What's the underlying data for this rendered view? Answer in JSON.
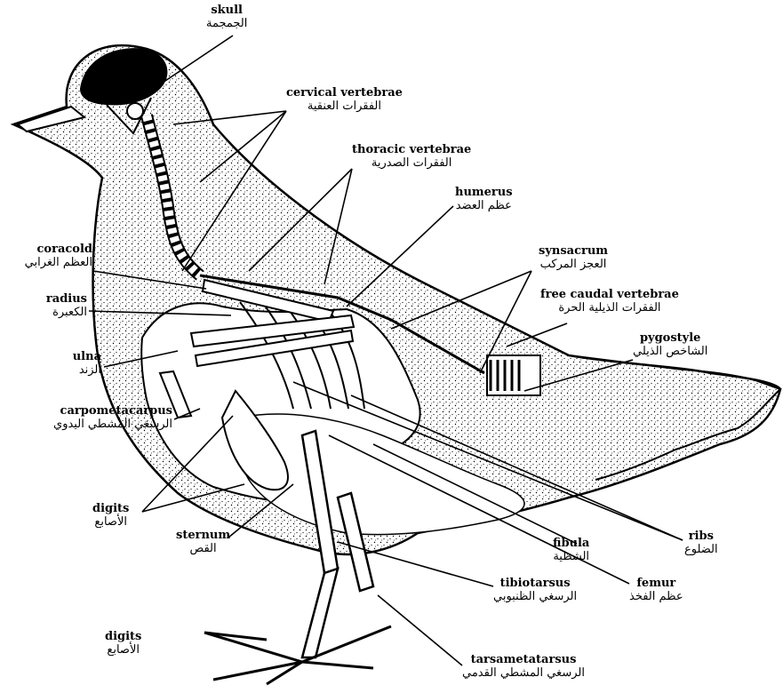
{
  "labels": {
    "skull": {
      "en": "skull",
      "ar": "الجمجمة"
    },
    "cervical_vertebrae": {
      "en": "cervical vertebrae",
      "ar": "الفقرات العنقية"
    },
    "thoracic_vertebrae": {
      "en": "thoracic vertebrae",
      "ar": "الفقرات الصدرية"
    },
    "humerus": {
      "en": "humerus",
      "ar": "عظم العضد"
    },
    "coracoid": {
      "en": "coracold",
      "ar": "العظم الغرابي"
    },
    "synsacrum": {
      "en": "synsacrum",
      "ar": "العجز المركب"
    },
    "free_caudal_vertebrae": {
      "en": "free caudal vertebrae",
      "ar": "الفقرات الذيلية الحرة"
    },
    "radius": {
      "en": "radius",
      "ar": "الكعبرة"
    },
    "pygostyle": {
      "en": "pygostyle",
      "ar": "الشاخص الذيلي"
    },
    "ulna": {
      "en": "ulna",
      "ar": "الزند"
    },
    "carpometacarpus": {
      "en": "carpometacarpus",
      "ar": "الرسغي المشطي اليدوي"
    },
    "digits_wing": {
      "en": "digits",
      "ar": "الأصابع"
    },
    "sternum": {
      "en": "sternum",
      "ar": "القص"
    },
    "ribs": {
      "en": "ribs",
      "ar": "الضلوع"
    },
    "fibula": {
      "en": "fibula",
      "ar": "الشظية"
    },
    "femur": {
      "en": "femur",
      "ar": "عظم الفخذ"
    },
    "tibiotarsus": {
      "en": "tibiotarsus",
      "ar": "الرسغي الظنبوبي"
    },
    "digits_foot": {
      "en": "digits",
      "ar": "الأصابع"
    },
    "tarsometatarsus": {
      "en": "tarsametatarsus",
      "ar": "الرسغي المشطي القدمي"
    }
  }
}
